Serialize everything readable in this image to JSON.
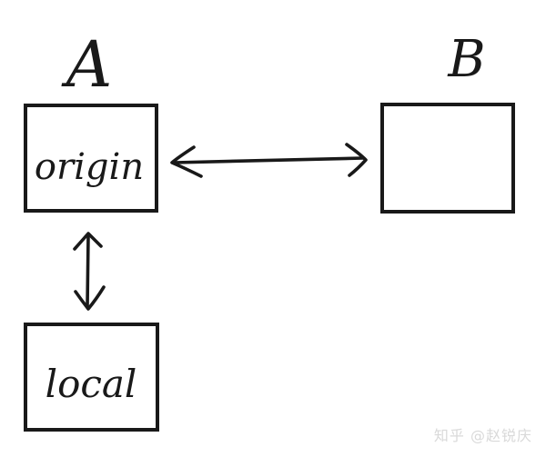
{
  "diagram": {
    "label_a": "A",
    "label_b": "B",
    "origin_box_text": "origin",
    "local_box_text": "local",
    "remote_b_box_text": "",
    "arrows": [
      {
        "name": "origin-to-b",
        "style": "double-headed",
        "orientation": "horizontal"
      },
      {
        "name": "origin-to-local",
        "style": "double-headed",
        "orientation": "vertical"
      }
    ],
    "colors": {
      "ink": "#191919",
      "background": "#ffffff",
      "watermark": "#d9d9d9"
    },
    "watermark": "知乎 @赵锐庆"
  }
}
